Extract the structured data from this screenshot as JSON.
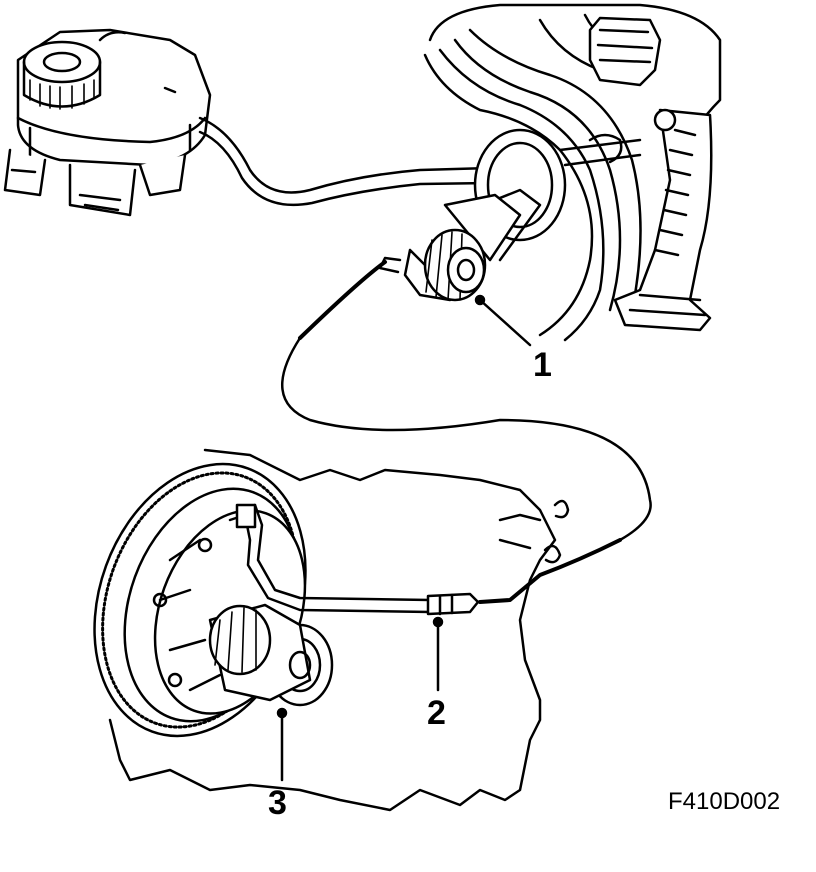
{
  "figure": {
    "code": "F410D002",
    "callouts": [
      {
        "id": "1",
        "label": "1"
      },
      {
        "id": "2",
        "label": "2"
      },
      {
        "id": "3",
        "label": "3"
      }
    ]
  },
  "colors": {
    "ink": "#000000",
    "paper": "#ffffff"
  }
}
